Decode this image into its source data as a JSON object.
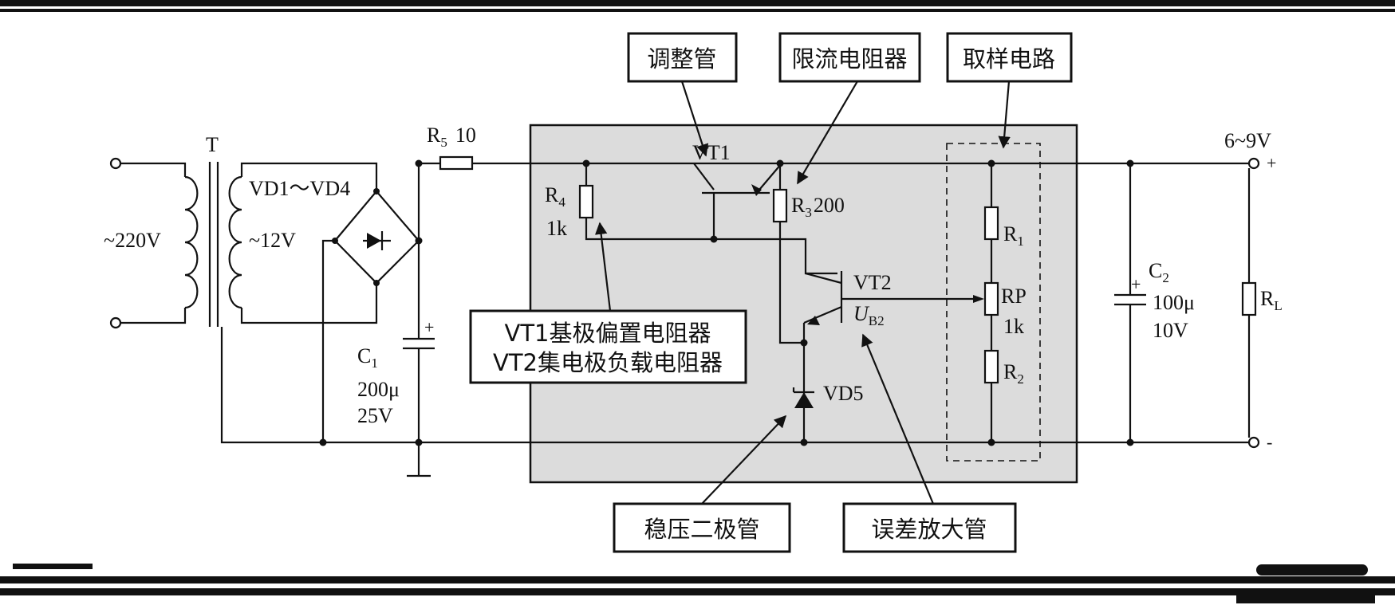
{
  "components": {
    "ac_input": "~220V",
    "transformer": "T",
    "secondary": "~12V",
    "bridge": "VD1～VD4",
    "r5": "R",
    "r5_sub": "5",
    "r5_val": "10",
    "c1": "C",
    "c1_sub": "1",
    "c1_cap": "200μ",
    "c1_volt": "25V",
    "r4": "R",
    "r4_sub": "4",
    "r4_val": "1k",
    "vt1": "VT1",
    "r3": "R",
    "r3_sub": "3",
    "r3_val": "200",
    "vt2": "VT2",
    "ub2": "U",
    "ub2_sub": "B2",
    "vd5": "VD5",
    "r1": "R",
    "r1_sub": "1",
    "rp": "RP",
    "rp_val": "1k",
    "r2": "R",
    "r2_sub": "2",
    "c2": "C",
    "c2_sub": "2",
    "c2_cap": "100μ",
    "c2_volt": "10V",
    "rl": "R",
    "rl_sub": "L",
    "output": "6~9V",
    "plus": "+",
    "minus": "-"
  },
  "callouts": {
    "adjust_tube": "调整管",
    "current_limit": "限流电阻器",
    "sampling": "取样电路",
    "bias_line1": "VT1基极偏置电阻器",
    "bias_line2": "VT2集电极负载电阻器",
    "zener": "稳压二极管",
    "error_amp": "误差放大管"
  }
}
